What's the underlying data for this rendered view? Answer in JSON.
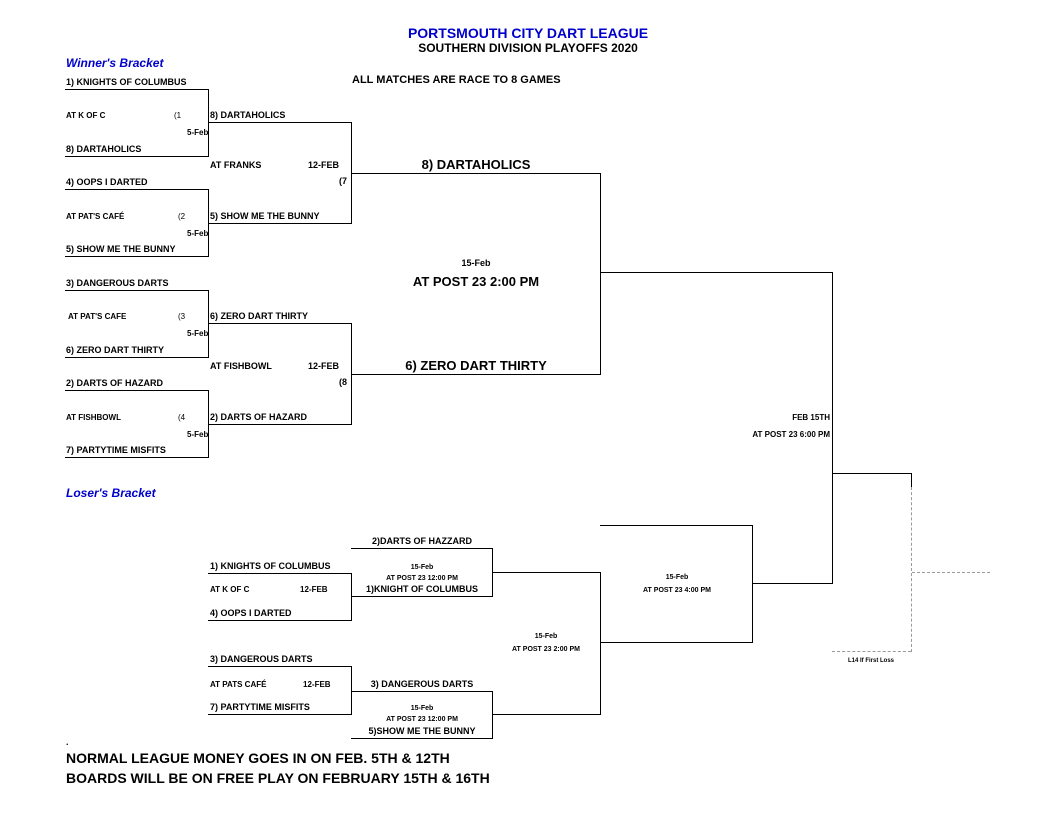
{
  "header": {
    "league": "PORTSMOUTH CITY DART LEAGUE",
    "division": "SOUTHERN DIVISION PLAYOFFS  2020",
    "race_note": "ALL MATCHES ARE  RACE TO 8 GAMES"
  },
  "winners": {
    "title": "Winner's Bracket",
    "r1": [
      {
        "top": "1) KNIGHTS OF COLUMBUS",
        "venue": "AT  K OF C",
        "num": "(1",
        "date": "5-Feb",
        "bottom": "8) DARTAHOLICS"
      },
      {
        "top": "4) OOPS I DARTED",
        "venue": "AT  PAT'S CAFÉ",
        "num": "(2",
        "date": "5-Feb",
        "bottom": "5) SHOW ME THE BUNNY"
      },
      {
        "top": "3) DANGEROUS DARTS",
        "venue": "AT  PAT'S CAFE",
        "num": "(3",
        "date": "5-Feb",
        "bottom": "6) ZERO DART THIRTY"
      },
      {
        "top": "2) DARTS OF HAZARD",
        "venue": "AT FISHBOWL",
        "num": "(4",
        "date": "5-Feb",
        "bottom": "7) PARTYTIME MISFITS"
      }
    ],
    "r2": [
      {
        "top": "8) DARTAHOLICS",
        "venue": "AT FRANKS",
        "date": "12-FEB",
        "num": "(7",
        "bottom": "5) SHOW ME THE BUNNY"
      },
      {
        "top": "6) ZERO DART THIRTY",
        "venue": "AT FISHBOWL",
        "date": "12-FEB",
        "num": "(8",
        "bottom": "2) DARTS OF HAZARD"
      }
    ],
    "final": {
      "top": "8) DARTAHOLICS",
      "date": "15-Feb",
      "venue": "AT POST 23 2:00 PM",
      "bottom": "6) ZERO DART THIRTY"
    }
  },
  "championship": {
    "date": "FEB 15TH",
    "venue": "AT POST 23 6:00 PM",
    "if_note": "L14 If First Loss"
  },
  "losers": {
    "title": "Loser's Bracket",
    "r1": [
      {
        "top": "1) KNIGHTS OF COLUMBUS",
        "venue": "AT K OF C",
        "date": "12-FEB",
        "bottom": "4) OOPS I DARTED"
      },
      {
        "top": "3) DANGEROUS DARTS",
        "venue": "AT PATS CAFÉ",
        "date": "12-FEB",
        "bottom": "7) PARTYTIME MISFITS"
      }
    ],
    "r2": [
      {
        "top": "2)DARTS OF HAZZARD",
        "date": "15-Feb",
        "venue": "AT POST 23 12:00 PM",
        "bottom": "1)KNIGHT OF COLUMBUS"
      },
      {
        "top": "3) DANGEROUS DARTS",
        "date": "15-Feb",
        "venue": "AT POST 23 12:00 PM",
        "bottom": "5)SHOW ME THE BUNNY"
      }
    ],
    "r3": {
      "date": "15-Feb",
      "venue": "AT POST 23 2:00 PM"
    },
    "final": {
      "date": "15-Feb",
      "venue": "AT POST 23 4:00 PM"
    }
  },
  "footer": {
    "mark": ".",
    "line1": "NORMAL LEAGUE MONEY GOES IN ON FEB. 5TH & 12TH",
    "line2": "BOARDS WILL BE ON FREE PLAY ON FEBRUARY 15TH & 16TH"
  }
}
